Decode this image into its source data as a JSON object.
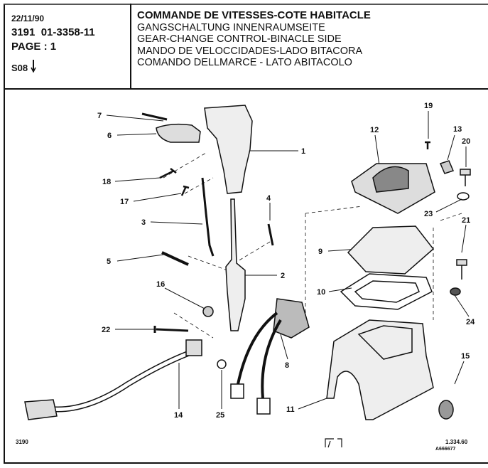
{
  "header": {
    "date": "22/11/90",
    "reference": "3191  01-3358-11",
    "page": "PAGE : 1",
    "section": "S08",
    "titles": [
      "COMMANDE DE VITESSES-COTE HABITACLE",
      "GANGSCHALTUNG INNENRAUMSEITE",
      "GEAR-CHANGE CONTROL-BINACLE SIDE",
      "MANDO DE VELOCCIDADES-LADO BITACORA",
      "COMANDO DELLMARCE - LATO ABITACOLO"
    ]
  },
  "callouts": {
    "c1": "1",
    "c2": "2",
    "c3": "3",
    "c4": "4",
    "c5": "5",
    "c6": "6",
    "c7": "7",
    "c8": "8",
    "c9": "9",
    "c10": "10",
    "c11": "11",
    "c12": "12",
    "c13": "13",
    "c14": "14",
    "c15": "15",
    "c16": "16",
    "c17": "17",
    "c18": "18",
    "c19": "19",
    "c20": "20",
    "c21": "21",
    "c22": "22",
    "c23": "23",
    "c24": "24",
    "c25": "25"
  },
  "footer": {
    "left_code": "3190",
    "right_code": "1.334.60",
    "right_code_sub": "A666677"
  }
}
